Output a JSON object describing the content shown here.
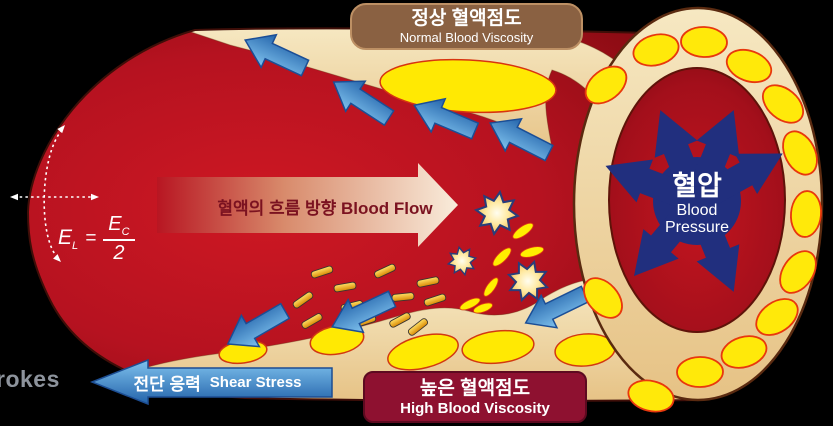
{
  "badges": {
    "normal": {
      "ko": "정상 혈액점도",
      "en": "Normal Blood Viscosity"
    },
    "high": {
      "ko": "높은 혈액점도",
      "en": "High Blood Viscosity"
    },
    "shear": {
      "ko": "전단 응력",
      "en": "Shear Stress"
    }
  },
  "flow_arrow": {
    "label": "혈액의 흐름 방향 Blood Flow"
  },
  "blood_pressure": {
    "ko": "혈압",
    "en_line1": "Blood",
    "en_line2": "Pressure"
  },
  "formula": {
    "lhs_base": "E",
    "lhs_sub": "L",
    "equals": "=",
    "numerator_base": "E",
    "numerator_sub": "C",
    "denominator": "2"
  },
  "watermark": "rokes",
  "colors": {
    "background": "#000000",
    "lumen_red": "#c01722",
    "wall_cream": "#f0d9a5",
    "lipid_yellow": "#ffe90a",
    "lipid_border": "#d23911",
    "arrow_blue": "#3d85c8",
    "pressure_navy": "#212f7e",
    "normal_badge_brown": "#8a6142",
    "high_badge_maroon": "#8e1130",
    "flow_text_maroon": "#7b1220"
  }
}
